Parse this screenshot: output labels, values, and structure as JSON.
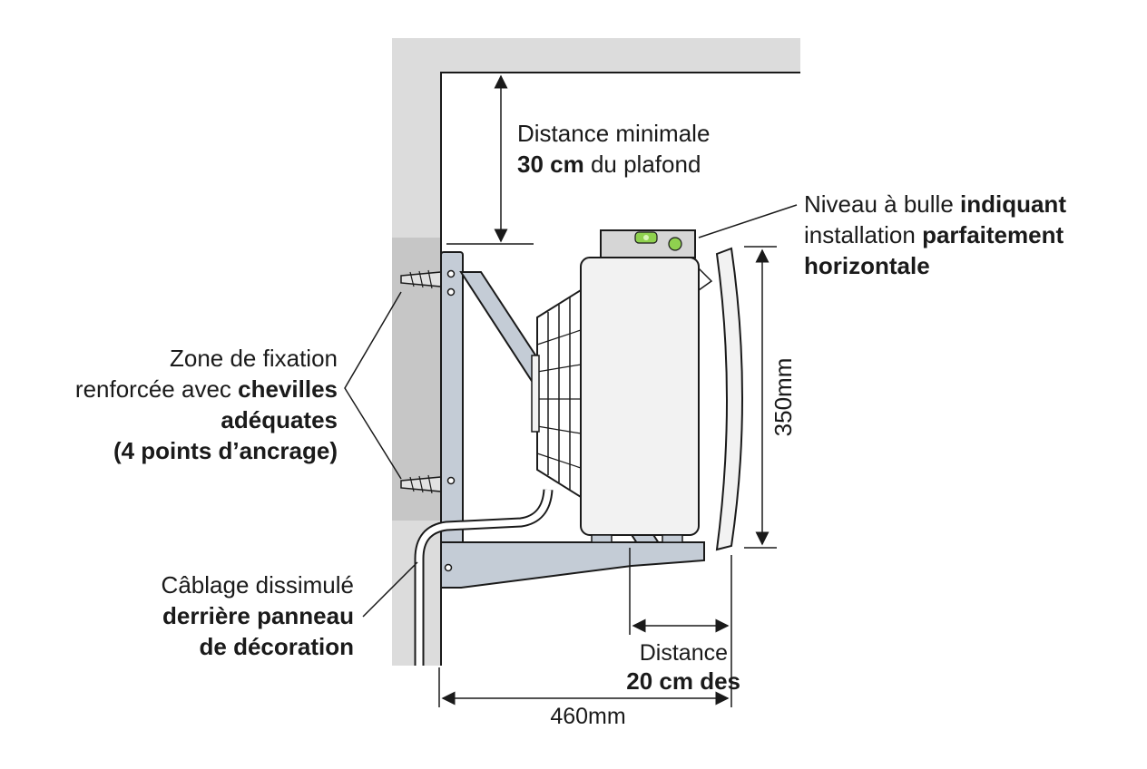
{
  "labels": {
    "ceiling_line1": "Distance minimale",
    "ceiling_bold": "30 cm",
    "ceiling_rest": " du plafond",
    "level_plain1": "Niveau à bulle ",
    "level_bold1": "indiquant",
    "level_plain2": "installation ",
    "level_bold2": "parfaitement",
    "level_bold3": "horizontale",
    "fix_line1": "Zone de fixation",
    "fix_plain2": "renforcée avec ",
    "fix_bold2": "chevilles",
    "fix_bold3": "adéquates",
    "fix_bold4": "(4 points d’ancrage)",
    "cable_line1": "Câblage dissimulé",
    "cable_bold2": "derrière panneau",
    "cable_bold3": "de décoration",
    "gap_line1": "Distance",
    "gap_bold2": "20 cm des",
    "height_dim": "350mm",
    "depth_dim": "460mm"
  },
  "colors": {
    "wall": "#dcdcdc",
    "reinforced_zone": "#c6c6c6",
    "bracket": "#c4ccd6",
    "heater_body": "#f2f2f2",
    "level_body": "#d6d6d6",
    "bubble": "#8fd14f",
    "line": "#1a1a1a"
  }
}
